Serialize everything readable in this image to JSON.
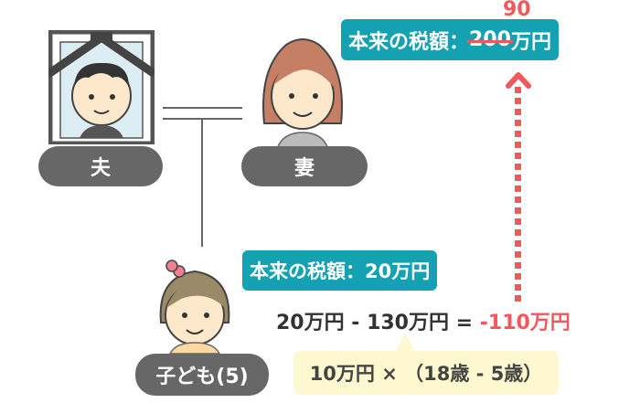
{
  "people": {
    "husband": {
      "label": "夫"
    },
    "wife": {
      "label": "妻",
      "tax_box": {
        "prefix": "本来の税額：",
        "old_value": "200",
        "unit": "万円",
        "new_value": "90"
      }
    },
    "child": {
      "label": "子ども(5)",
      "tax_box": {
        "text": "本来の税額：20万円"
      }
    }
  },
  "equation": {
    "left": "20万円 - 130万円 = ",
    "result": "-110万円"
  },
  "note": {
    "text": "10万円 × （18歳 - 5歳）"
  },
  "colors": {
    "teal": "#14a1b2",
    "red": "#f0585e",
    "pill": "#676767",
    "note_bg": "#fef8d0"
  }
}
